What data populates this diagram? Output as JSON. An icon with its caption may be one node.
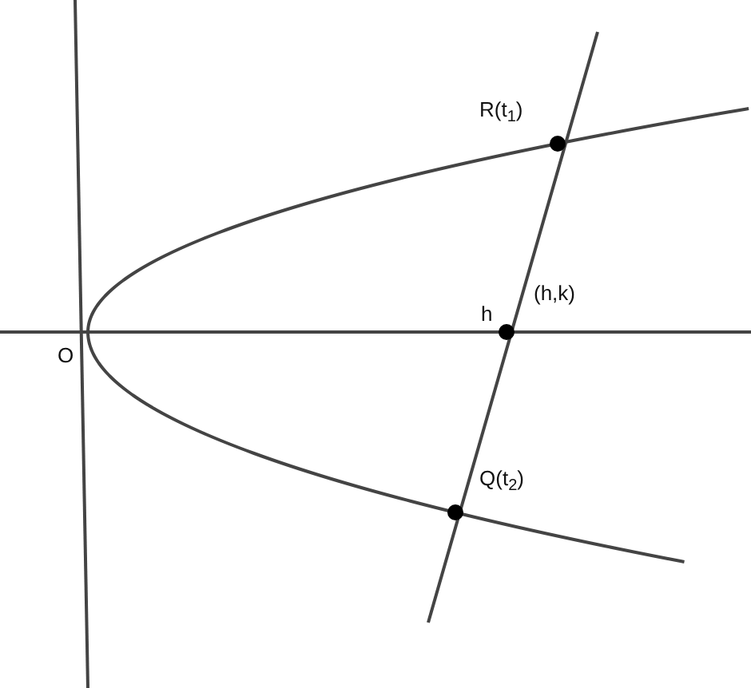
{
  "diagram": {
    "labels": [
      "R(t$_{1}$)",
      "h",
      "(h,k)",
      "O",
      "Q(t$_{2}$)"
    ]
  }
}
